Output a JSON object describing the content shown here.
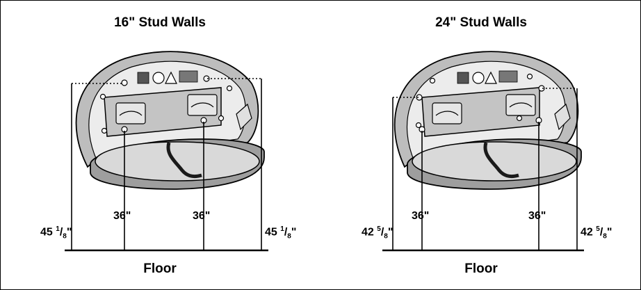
{
  "panels": [
    {
      "title": "16\" Stud Walls",
      "floor_label": "Floor",
      "mount_height_left": "36\"",
      "mount_height_right": "36\"",
      "outer_height_left": {
        "whole": "45",
        "num": "1",
        "den": "8",
        "unit": "\""
      },
      "outer_height_right": {
        "whole": "45",
        "num": "1",
        "den": "8",
        "unit": "\""
      }
    },
    {
      "title": "24\" Stud Walls",
      "floor_label": "Floor",
      "mount_height_left": "36\"",
      "mount_height_right": "36\"",
      "outer_height_left": {
        "whole": "42",
        "num": "5",
        "den": "8",
        "unit": "\""
      },
      "outer_height_right": {
        "whole": "42",
        "num": "5",
        "den": "8",
        "unit": "\""
      }
    }
  ],
  "colors": {
    "outline": "#000000",
    "shell_rim": "#bdbdbd",
    "interior": "#d9d9d9",
    "plate": "#c4c4c4",
    "strap": "#1a1a1a"
  }
}
